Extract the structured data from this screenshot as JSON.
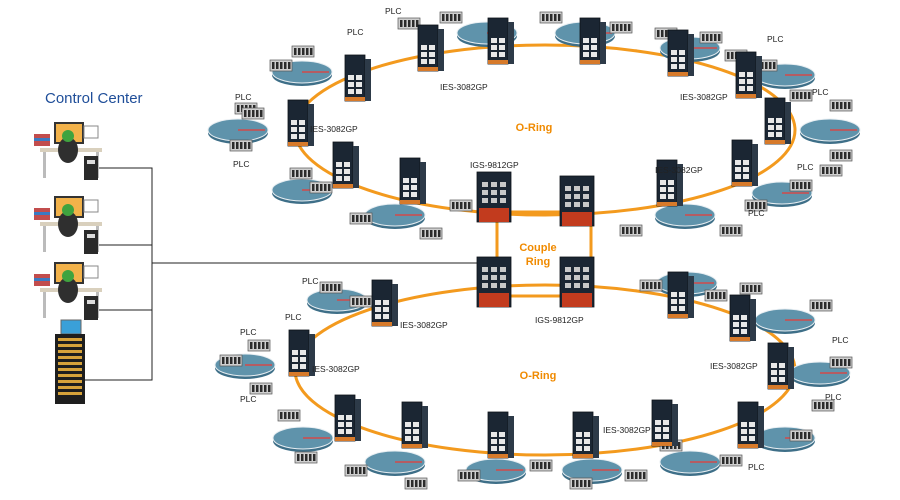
{
  "header": {
    "title": "Control Center"
  },
  "rings": {
    "top_label": "O-Ring",
    "couple_label_line1": "Couple",
    "couple_label_line2": "Ring",
    "bottom_label": "O-Ring"
  },
  "switch_labels": {
    "top_core": "IGS-9812GP",
    "bottom_core": "IGS-9812GP",
    "edge": "IES-3082GP"
  },
  "plc_label": "PLC",
  "colors": {
    "ring_orange": "#f39a1e",
    "disk_blue": "#5f93ab",
    "switch_dark": "#1b2633",
    "switch_red": "#c23b1e",
    "title_blue": "#1f4e99"
  },
  "icons": [
    "operator-workstation-icon",
    "server-rack-icon",
    "industrial-switch-icon",
    "core-switch-icon",
    "plc-module-icon",
    "machine-disk-icon"
  ]
}
